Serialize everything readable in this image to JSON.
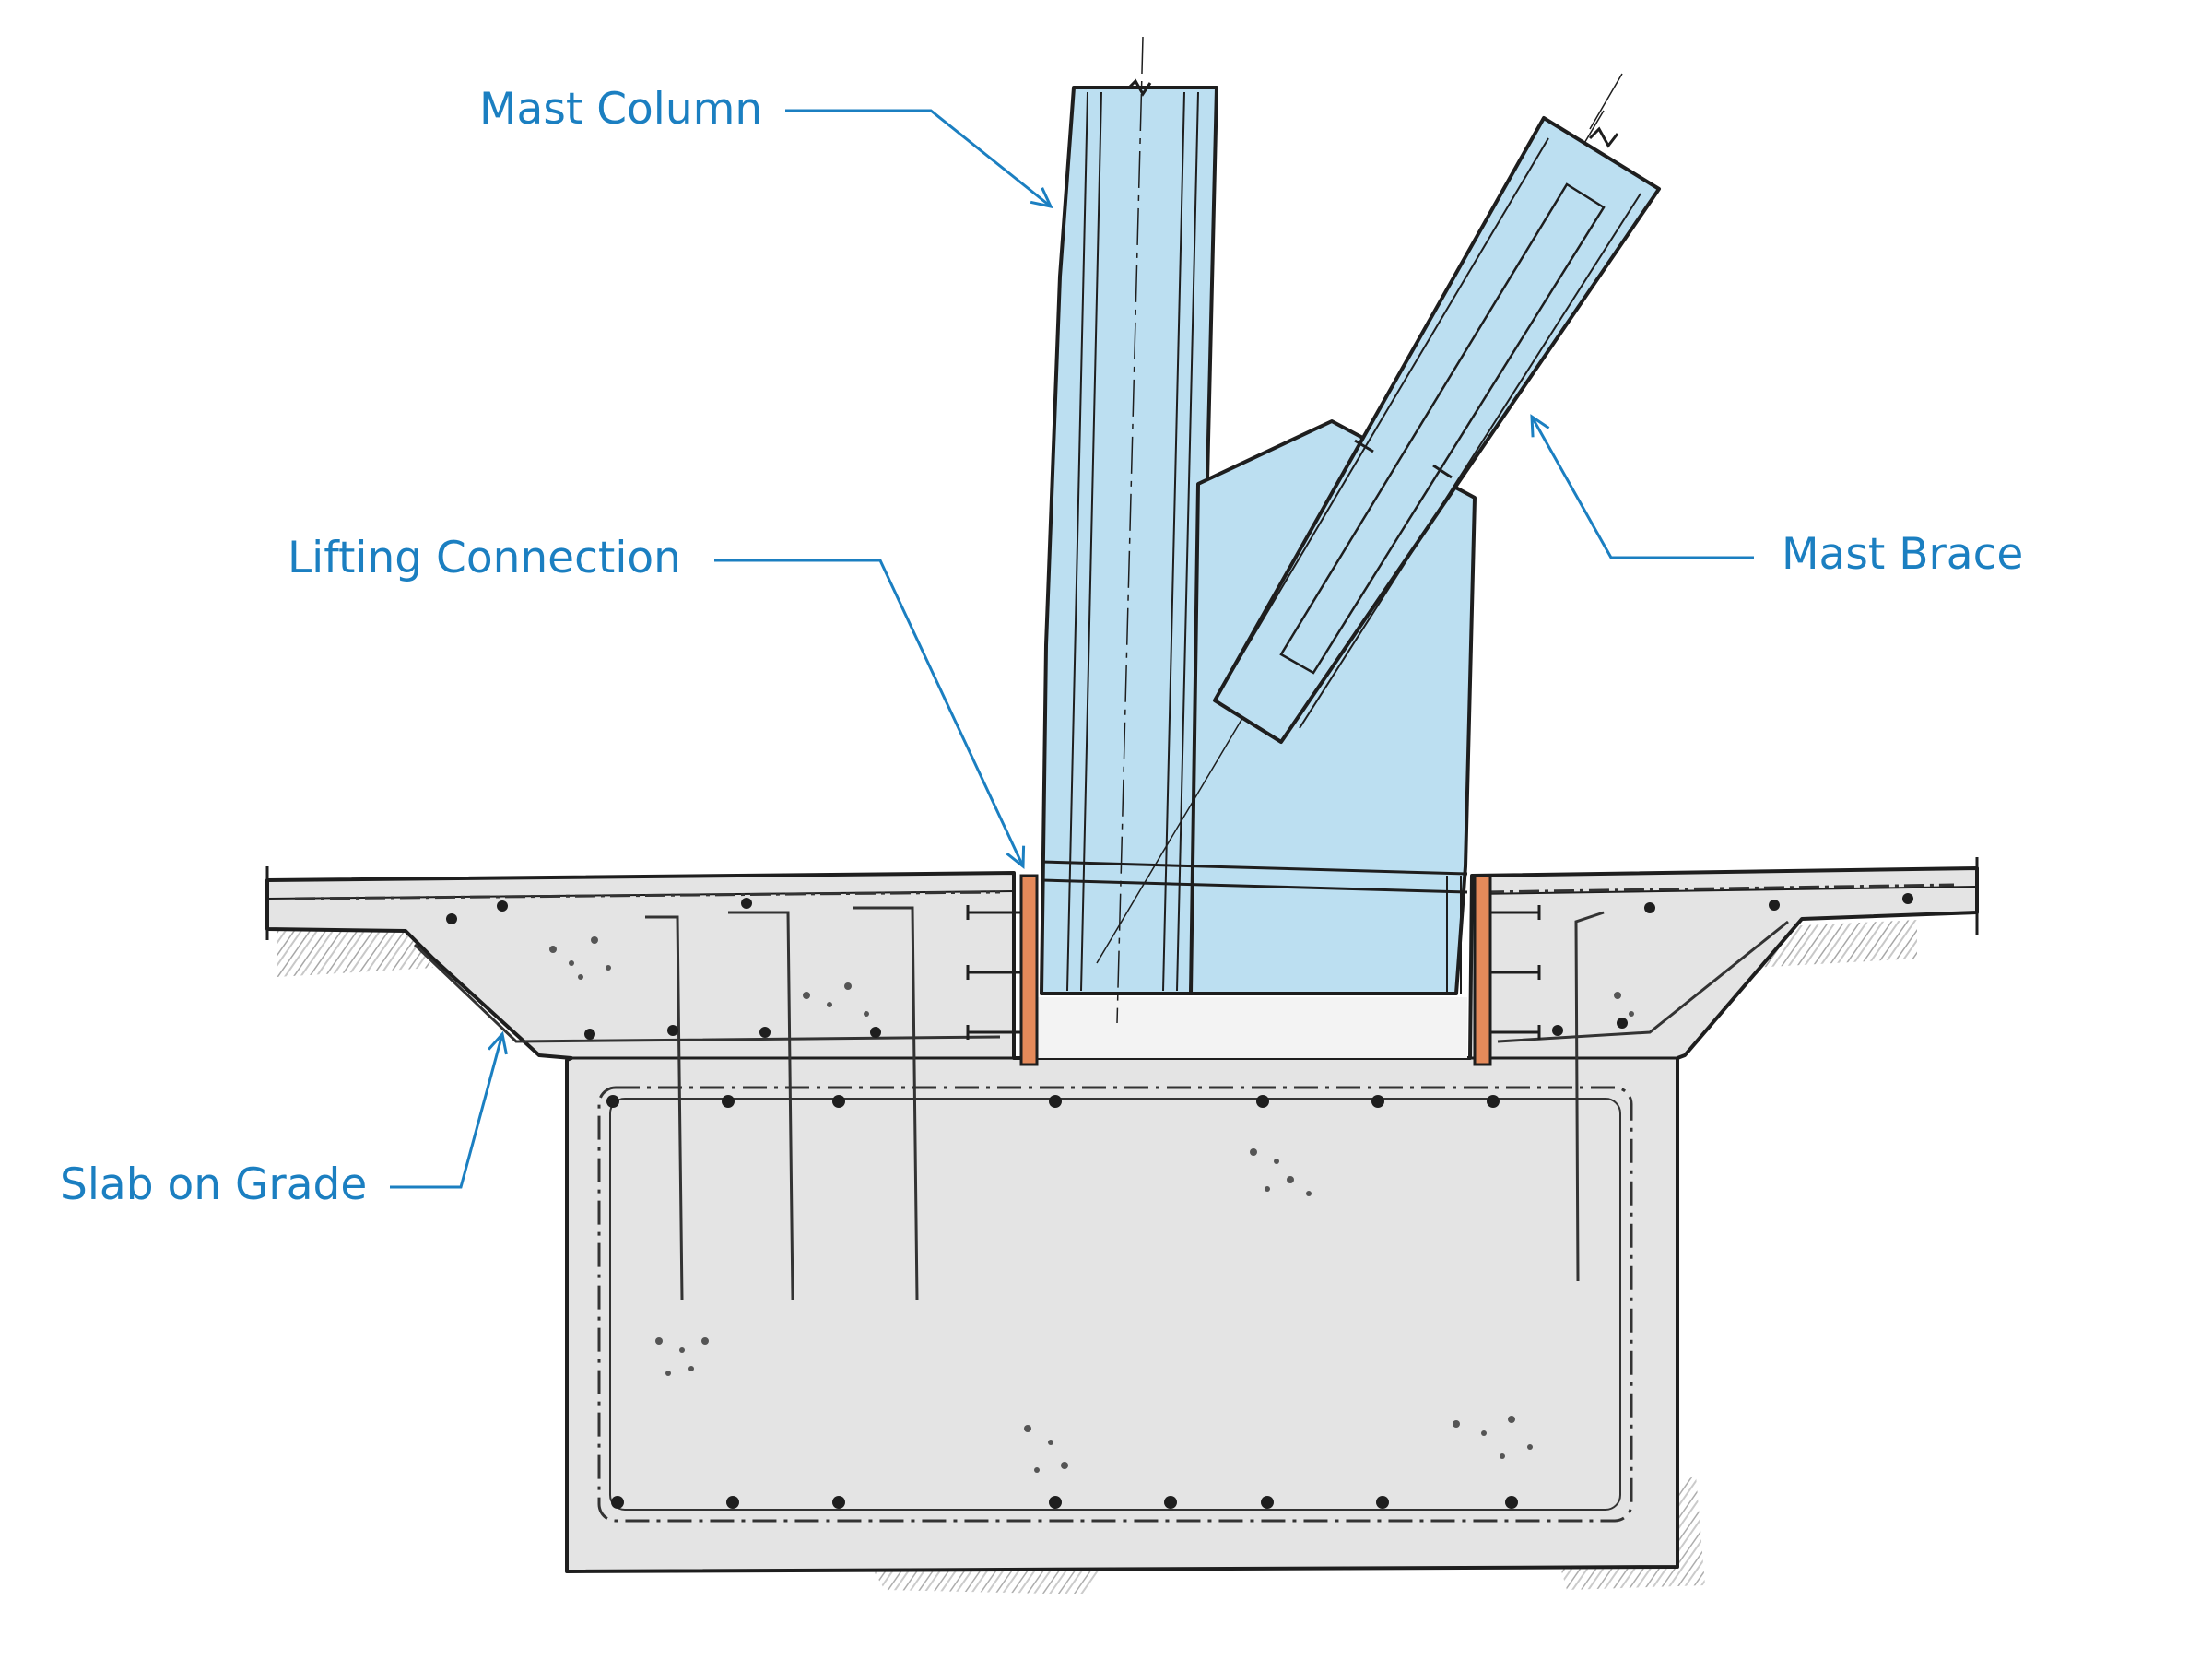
{
  "labels": {
    "mast_column": "Mast Column",
    "lifting_connection": "Lifting Connection",
    "mast_brace": "Mast Brace",
    "slab_on_grade": "Slab on Grade"
  },
  "colors": {
    "callout": "#1b7fc1",
    "steel_fill": "#bcdff1",
    "concrete_fill": "#e4e4e4",
    "connection_plate": "#e58a5a",
    "ink": "#1e1e1e",
    "soil": "#8a8a8a"
  }
}
